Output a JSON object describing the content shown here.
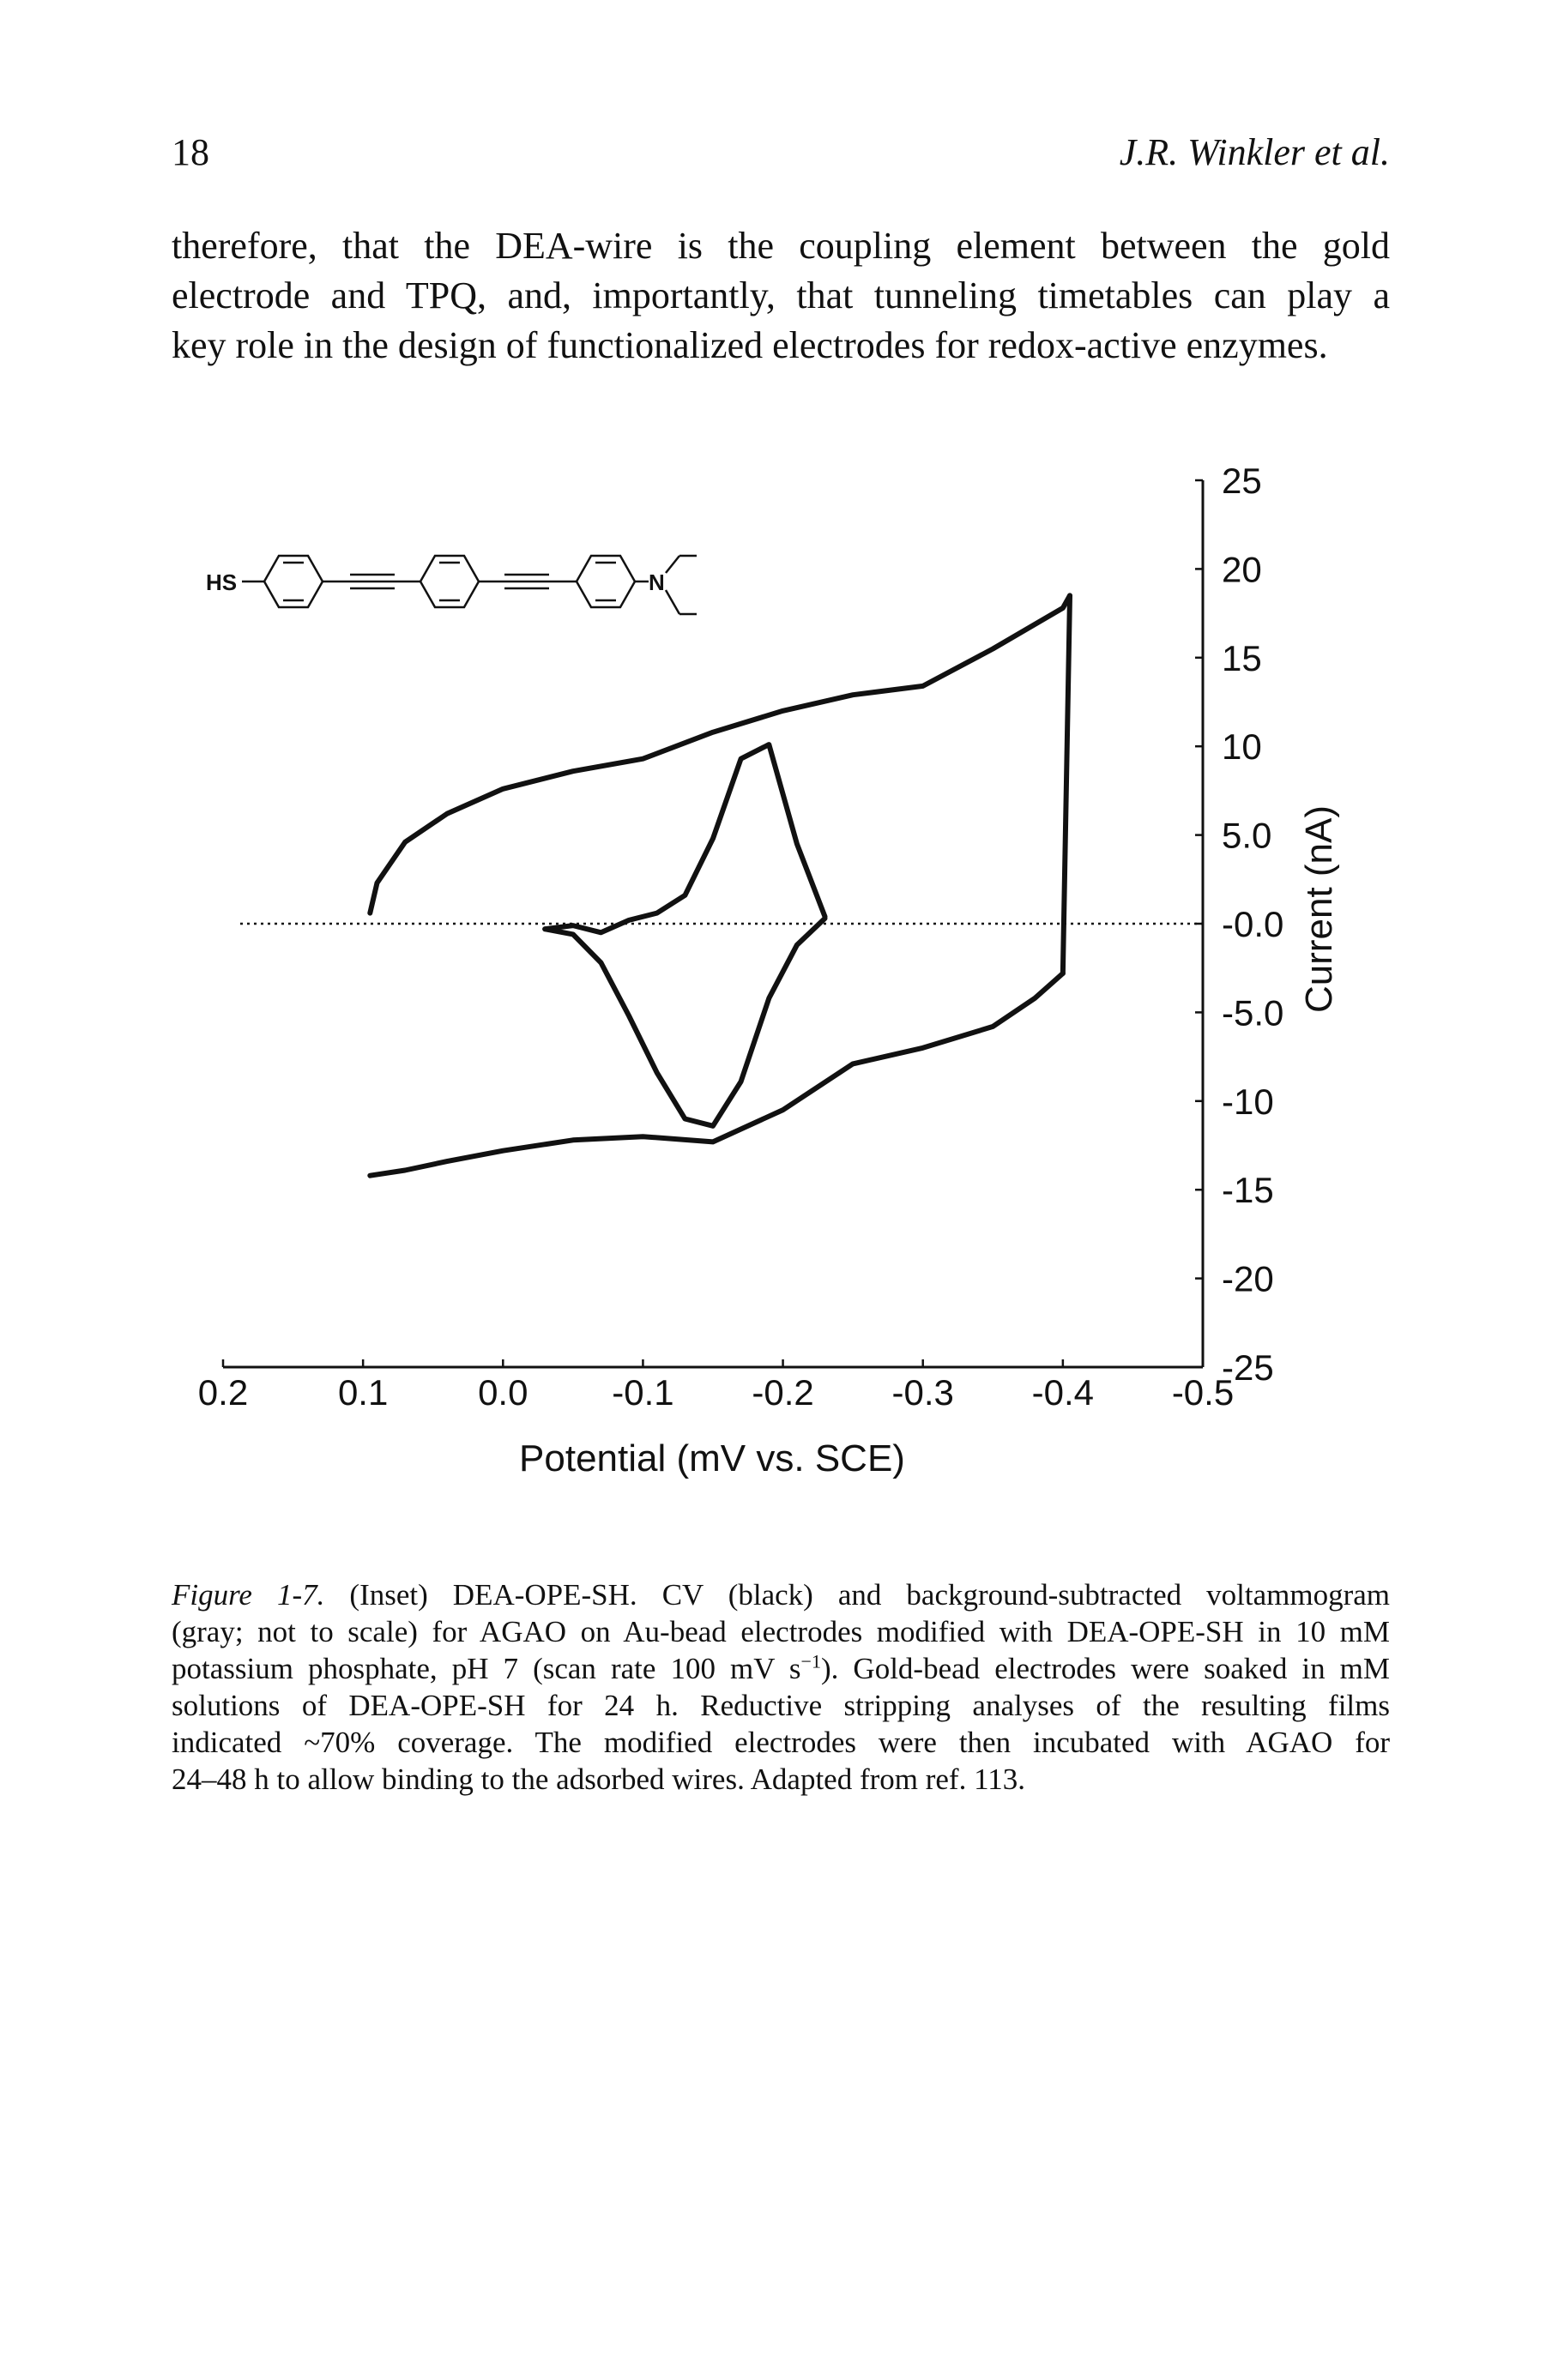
{
  "header": {
    "page_number": "18",
    "running_head": "J.R. Winkler et al."
  },
  "body_text": {
    "lines": [
      "therefore, that the DEA-wire is the coupling element between the gold",
      "electrode and TPQ, and, importantly, that tunneling timetables can play a",
      "key role in the design of functionalized electrodes for redox-active enzymes."
    ]
  },
  "figure": {
    "inset_labels": {
      "thiol": "HS",
      "amine": "N"
    },
    "chart_data": {
      "type": "line",
      "xlabel": "Potential (mV vs. SCE)",
      "ylabel": "Current (nA)",
      "xlim": [
        0.2,
        -0.5
      ],
      "ylim": [
        -25,
        25
      ],
      "x_ticks": [
        "0.2",
        "0.1",
        "0.0",
        "-0.1",
        "-0.2",
        "-0.3",
        "-0.4",
        "-0.5"
      ],
      "y_ticks": [
        "25",
        "20",
        "15",
        "10",
        "5.0",
        "-0.0",
        "-5.0",
        "-10",
        "-15",
        "-20",
        "-25"
      ],
      "y_tick_values": [
        25,
        20,
        15,
        10,
        5,
        0,
        -5,
        -10,
        -15,
        -20,
        -25
      ],
      "baseline_y": 0,
      "series": [
        {
          "key": "cv-forward",
          "color": "#111111",
          "x": [
            0.095,
            0.07,
            0.04,
            0.0,
            -0.05,
            -0.1,
            -0.15,
            -0.2,
            -0.25,
            -0.3,
            -0.35,
            -0.38,
            -0.4
          ],
          "y": [
            -14.2,
            -13.9,
            -13.4,
            -12.8,
            -12.2,
            -12.0,
            -12.3,
            -10.5,
            -7.9,
            -7.0,
            -5.8,
            -4.2,
            -2.8
          ]
        },
        {
          "key": "cv-reverse",
          "color": "#111111",
          "x": [
            -0.405,
            -0.4,
            -0.35,
            -0.3,
            -0.25,
            -0.2,
            -0.15,
            -0.1,
            -0.05,
            0.0,
            0.04,
            0.07,
            0.09,
            0.095
          ],
          "y": [
            18.5,
            17.8,
            15.5,
            13.4,
            12.9,
            12.0,
            10.8,
            9.3,
            8.6,
            7.6,
            6.2,
            4.6,
            2.3,
            0.6
          ]
        },
        {
          "key": "bs-anodic",
          "color": "#111111",
          "x": [
            -0.03,
            -0.05,
            -0.07,
            -0.09,
            -0.11,
            -0.13,
            -0.15,
            -0.17,
            -0.19,
            -0.21,
            -0.23
          ],
          "y": [
            -0.3,
            -0.1,
            -0.5,
            0.2,
            0.6,
            1.6,
            4.8,
            9.3,
            10.1,
            4.5,
            0.4
          ]
        },
        {
          "key": "bs-cathodic",
          "color": "#111111",
          "x": [
            -0.03,
            -0.05,
            -0.07,
            -0.09,
            -0.11,
            -0.13,
            -0.15,
            -0.17,
            -0.19,
            -0.21,
            -0.23
          ],
          "y": [
            -0.3,
            -0.6,
            -2.2,
            -5.2,
            -8.4,
            -11.0,
            -11.4,
            -8.9,
            -4.2,
            -1.2,
            0.3
          ]
        }
      ]
    }
  },
  "caption": {
    "label": "Figure 1-7.",
    "lines": [
      " (Inset) DEA-OPE-SH. CV (black) and background-subtracted voltammogram",
      "(gray; not to scale) for AGAO on Au-bead electrodes modified with DEA-OPE-SH in 10 mM",
      "potassium phosphate, pH 7 (scan rate 100 mV s",
      "). Gold-bead electrodes were soaked in mM",
      "solutions of DEA-OPE-SH for 24 h. Reductive stripping analyses of the resulting films",
      "indicated ~70% coverage. The modified electrodes were then incubated with AGAO for",
      "24–48 h to allow binding to the adsorbed wires. Adapted from ref. 113."
    ],
    "superscript": "−1"
  }
}
